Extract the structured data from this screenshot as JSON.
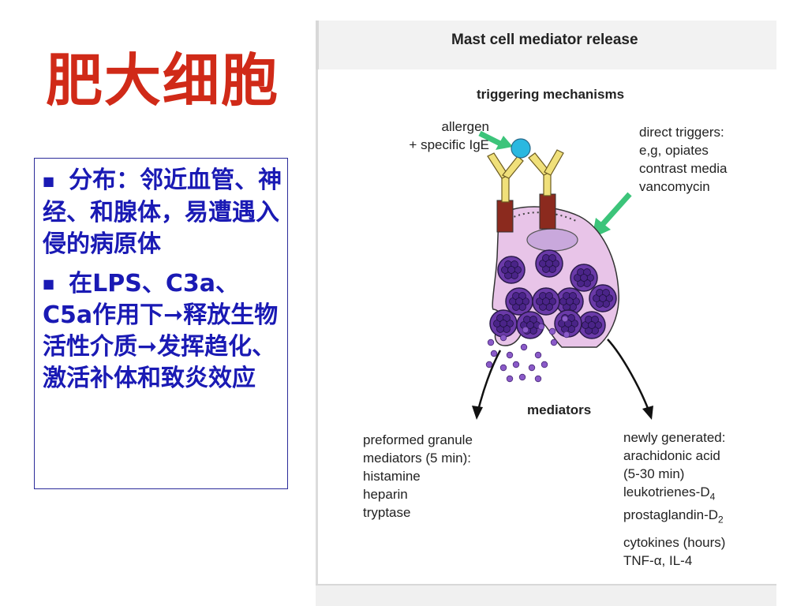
{
  "slide": {
    "title": "肥大细胞",
    "bullets": [
      {
        "text": "分布：邻近血管、神经、和腺体，易遭遇入侵的病原体"
      },
      {
        "text": "在LPS、C3a、C5a作用下➞释放生物活性介质➞发挥趋化、激活补体和致炎效应"
      }
    ]
  },
  "figure": {
    "title": "Mast cell mediator release",
    "triggering": "triggering mechanisms",
    "allergen": [
      "allergen",
      "+ specific IgE"
    ],
    "direct": [
      "direct triggers:",
      "e,g, opiates",
      "contrast media",
      "vancomycin"
    ],
    "mediators": "mediators",
    "preformed": [
      "preformed granule",
      "mediators (5 min):",
      "histamine",
      "heparin",
      "tryptase"
    ],
    "newly": {
      "l1": "newly generated:",
      "l2": "arachidonic acid",
      "l3": "(5-30 min)",
      "l4": "leukotrienes-D",
      "l4sub": "4",
      "l5": "prostaglandin-D",
      "l5sub": "2"
    },
    "cytokines": [
      "cytokines (hours)",
      "TNF-α, IL-4"
    ]
  },
  "colors": {
    "title": "#d02a18",
    "bullet_text": "#1a1ab4",
    "cell": "#e8c4e8",
    "granule": "#6a3aa8",
    "receptor": "#8b2a1e",
    "ige": "#f0e07a",
    "allergen": "#2ab8e0",
    "arrow": "#3cc47a"
  }
}
